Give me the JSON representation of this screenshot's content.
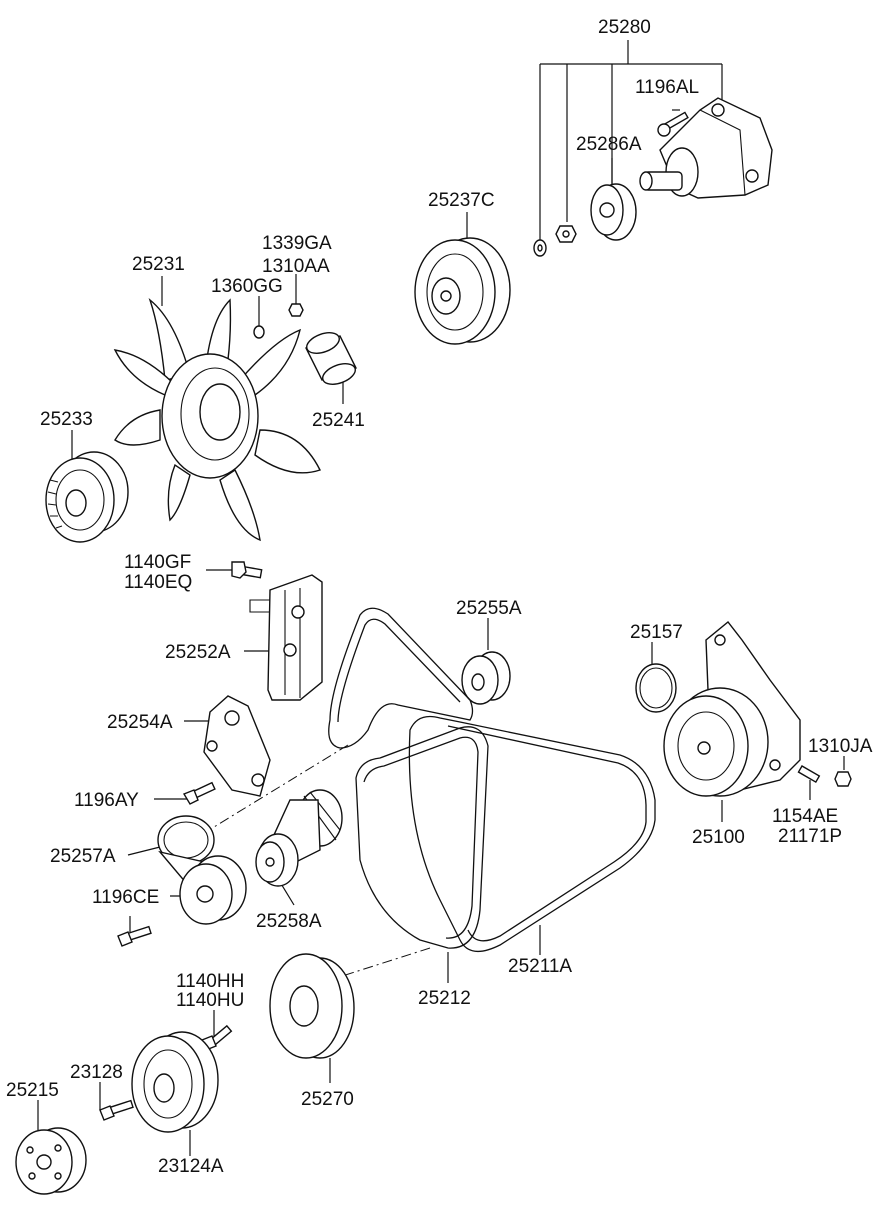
{
  "labels": {
    "p25280": "25280",
    "p1196AL": "1196AL",
    "p25286A": "25286A",
    "p25237C": "25237C",
    "p1339GA": "1339GA",
    "p1310AA": "1310AA",
    "p25231": "25231",
    "p1360GG": "1360GG",
    "p25241": "25241",
    "p25233": "25233",
    "p1140GF": "1140GF",
    "p1140EQ": "1140EQ",
    "p25255A": "25255A",
    "p25157": "25157",
    "p25252A": "25252A",
    "p25254A": "25254A",
    "p1310JA": "1310JA",
    "p1196AY": "1196AY",
    "p25100": "25100",
    "p1154AE": "1154AE",
    "p21171P": "21171P",
    "p25257A": "25257A",
    "p1196CE": "1196CE",
    "p25258A": "25258A",
    "p25211A": "25211A",
    "p25212": "25212",
    "p1140HH": "1140HH",
    "p1140HU": "1140HU",
    "p23128": "23128",
    "p25215": "25215",
    "p25270": "25270",
    "p23124A": "23124A"
  }
}
